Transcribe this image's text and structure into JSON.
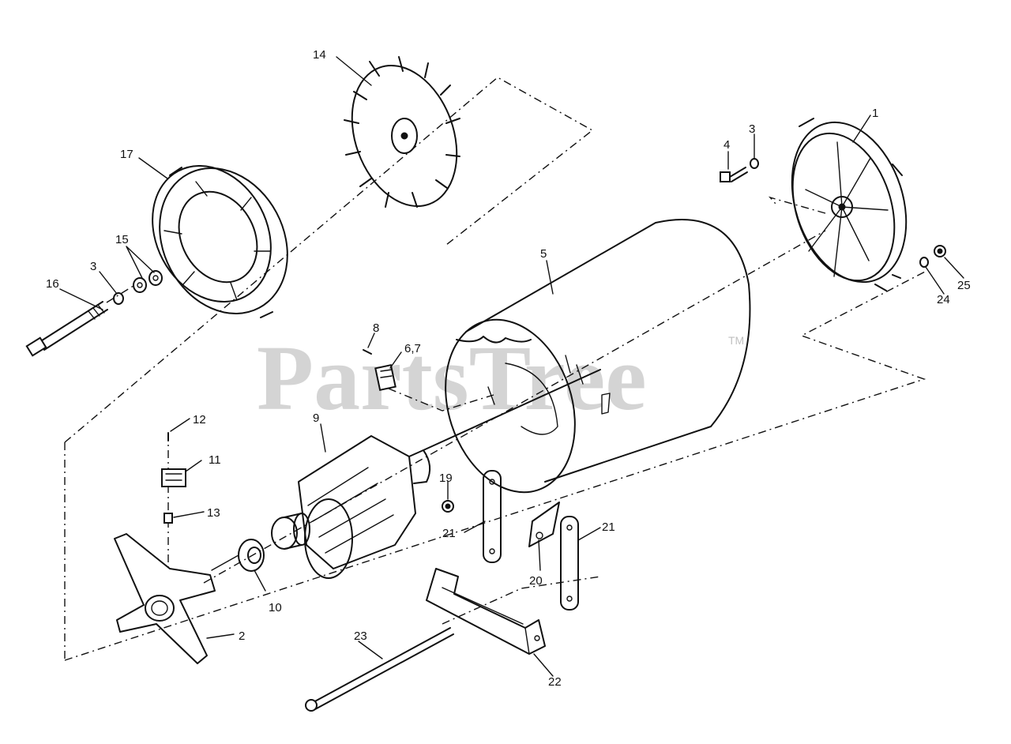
{
  "watermark": {
    "brand": "PartsTree",
    "trademark": "TM"
  },
  "callouts": {
    "c1": "1",
    "c2": "2",
    "c3a": "3",
    "c3b": "3",
    "c4": "4",
    "c5": "5",
    "c67": "6,7",
    "c8": "8",
    "c9": "9",
    "c10": "10",
    "c11": "11",
    "c12": "12",
    "c13": "13",
    "c14": "14",
    "c15": "15",
    "c16": "16",
    "c17": "17",
    "c19": "19",
    "c20": "20",
    "c21a": "21",
    "c21b": "21",
    "c22": "22",
    "c23": "23",
    "c24": "24",
    "c25": "25"
  }
}
